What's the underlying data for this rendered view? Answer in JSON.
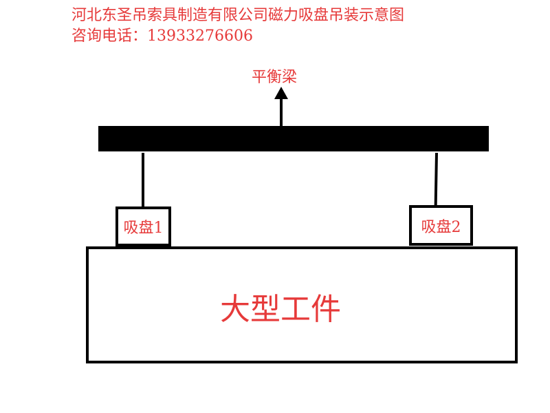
{
  "header": {
    "title": "河北东圣吊索具制造有限公司磁力吸盘吊装示意图",
    "contact": "咨询电话：13933276606"
  },
  "diagram": {
    "beam_label": "平衡梁",
    "cup_1_label": "吸盘1",
    "cup_2_label": "吸盘2",
    "workpiece_label": "大型工件"
  },
  "colors": {
    "text": "#e63a3a",
    "lines": "#000000",
    "background": "#ffffff"
  }
}
